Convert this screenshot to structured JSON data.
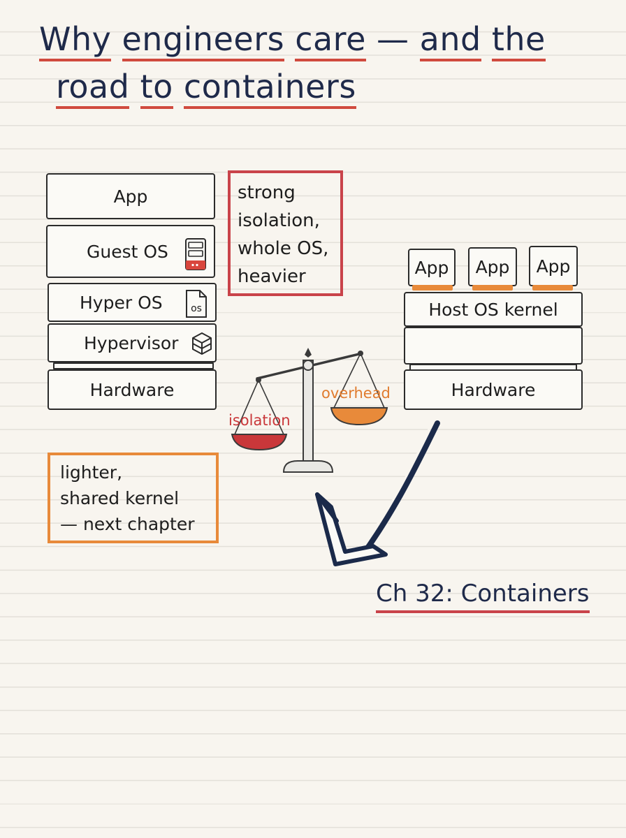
{
  "title": {
    "line1": [
      "Why",
      "engineers",
      "care",
      "—",
      "and",
      "the"
    ],
    "line2": [
      "road",
      "to",
      "containers"
    ]
  },
  "vm_stack": {
    "app": "App",
    "guest_os": "Guest OS",
    "hyper_os": "Hyper OS",
    "hyper_os_icon_label": "os",
    "hypervisor": "Hypervisor",
    "hardware": "Hardware"
  },
  "vm_note": [
    "strong",
    "isolation,",
    "whole OS,",
    "heavier"
  ],
  "container_stack": {
    "apps": [
      "App",
      "App",
      "App"
    ],
    "host_kernel": "Host OS kernel",
    "hardware": "Hardware"
  },
  "scale": {
    "left_label": "isolation",
    "right_label": "overhead"
  },
  "container_note": [
    "lighter,",
    "shared kernel",
    "— next chapter"
  ],
  "next_chapter": "Ch 32: Containers",
  "colors": {
    "ink": "#1f2a4a",
    "red": "#c9434a",
    "orange": "#e88a3a",
    "navy": "#1b2a4a"
  },
  "icons": [
    "server-icon",
    "os-file-icon",
    "stack-layers-icon",
    "balance-scale-icon",
    "curved-arrow-icon"
  ]
}
